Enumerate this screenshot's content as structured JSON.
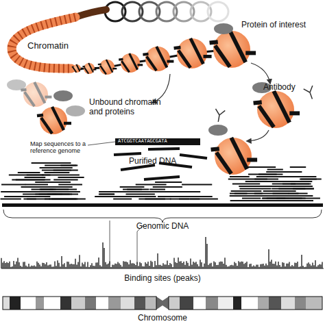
{
  "diagram": {
    "labels": [
      "Chromatin",
      "Protein of interest",
      "Antibody",
      "Unbound chromatin and proteins",
      "Map sequences to a reference genome",
      "ATCGGTCAATAGCGATA",
      "Purified DNA",
      "Genomic DNA",
      "Binding sites (peaks)",
      "Chromosome"
    ]
  }
}
